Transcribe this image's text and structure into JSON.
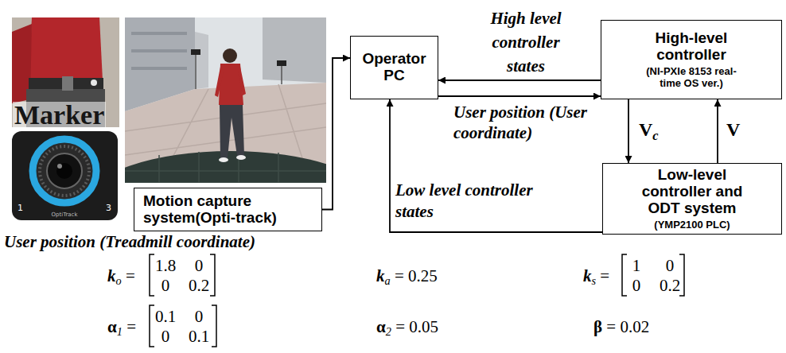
{
  "diagram": {
    "nodes": [
      {
        "text": [
          "Operator PC"
        ]
      },
      {
        "text": [
          "High-level controller",
          "(NI-PXIe 8153 real-time OS ver.)"
        ]
      },
      {
        "text": [
          "Motion capture system(Opti-track)"
        ]
      },
      {
        "text": [
          "Low-level controller and ODT system",
          "(YMP2100 PLC)"
        ]
      }
    ],
    "edges": [
      {
        "from": 2,
        "to": 0,
        "arrow": "to"
      },
      {
        "from": 1,
        "to": 0,
        "label": "High level controller states",
        "arrow": "to"
      },
      {
        "from": 0,
        "to": 1,
        "label": "User position (User coordinate)",
        "arrow": "to"
      },
      {
        "from": 1,
        "to": 3,
        "label": "Vc",
        "arrow": "to"
      },
      {
        "from": 3,
        "to": 1,
        "label": "V",
        "arrow": "to"
      },
      {
        "from": 3,
        "to": 0,
        "label": "Low level controller states",
        "arrow": "to"
      }
    ],
    "labels": [
      "Marker",
      "1",
      "3",
      "OptiTrack",
      "User position (Treadmill coordinate)",
      "ko =",
      "1.8",
      "0",
      "0",
      "0.2",
      "ka = 0.25",
      "ks =",
      "1",
      "0",
      "0",
      "0.2",
      "α1 =",
      "0.1",
      "0",
      "0",
      "0.1",
      "α2 = 0.05",
      "β = 0.02"
    ]
  }
}
